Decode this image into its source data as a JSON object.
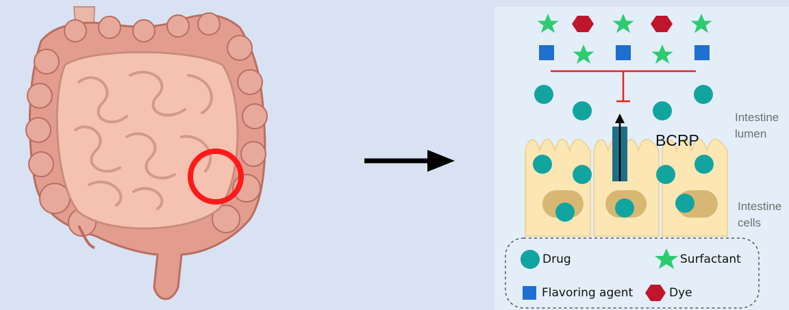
{
  "colors": {
    "background": "#d9e2f2",
    "panel": "#e3eef8",
    "drug": "#12a5a0",
    "surfactant": "#2ecc71",
    "flavoring_agent": "#1f6fd1",
    "dye": "#c0162b",
    "inhibition": "#e8231f",
    "bcrp": "#1f6f86",
    "cell_fill": "#fbe6b4",
    "highlight_circle": "#ff1a1a"
  },
  "icons": {
    "intestine": "intestine-illustration",
    "transition_arrow": "right-arrow-icon"
  },
  "labels": {
    "bcrp": "BCRP",
    "intestine_lumen_line1": "Intestine",
    "intestine_lumen_line2": "lumen",
    "intestine_cells_line1": "Intestine",
    "intestine_cells_line2": "cells"
  },
  "legend": {
    "drug": "Drug",
    "surfactant": "Surfactant",
    "flavoring_agent": "Flavoring agent",
    "dye": "Dye"
  }
}
